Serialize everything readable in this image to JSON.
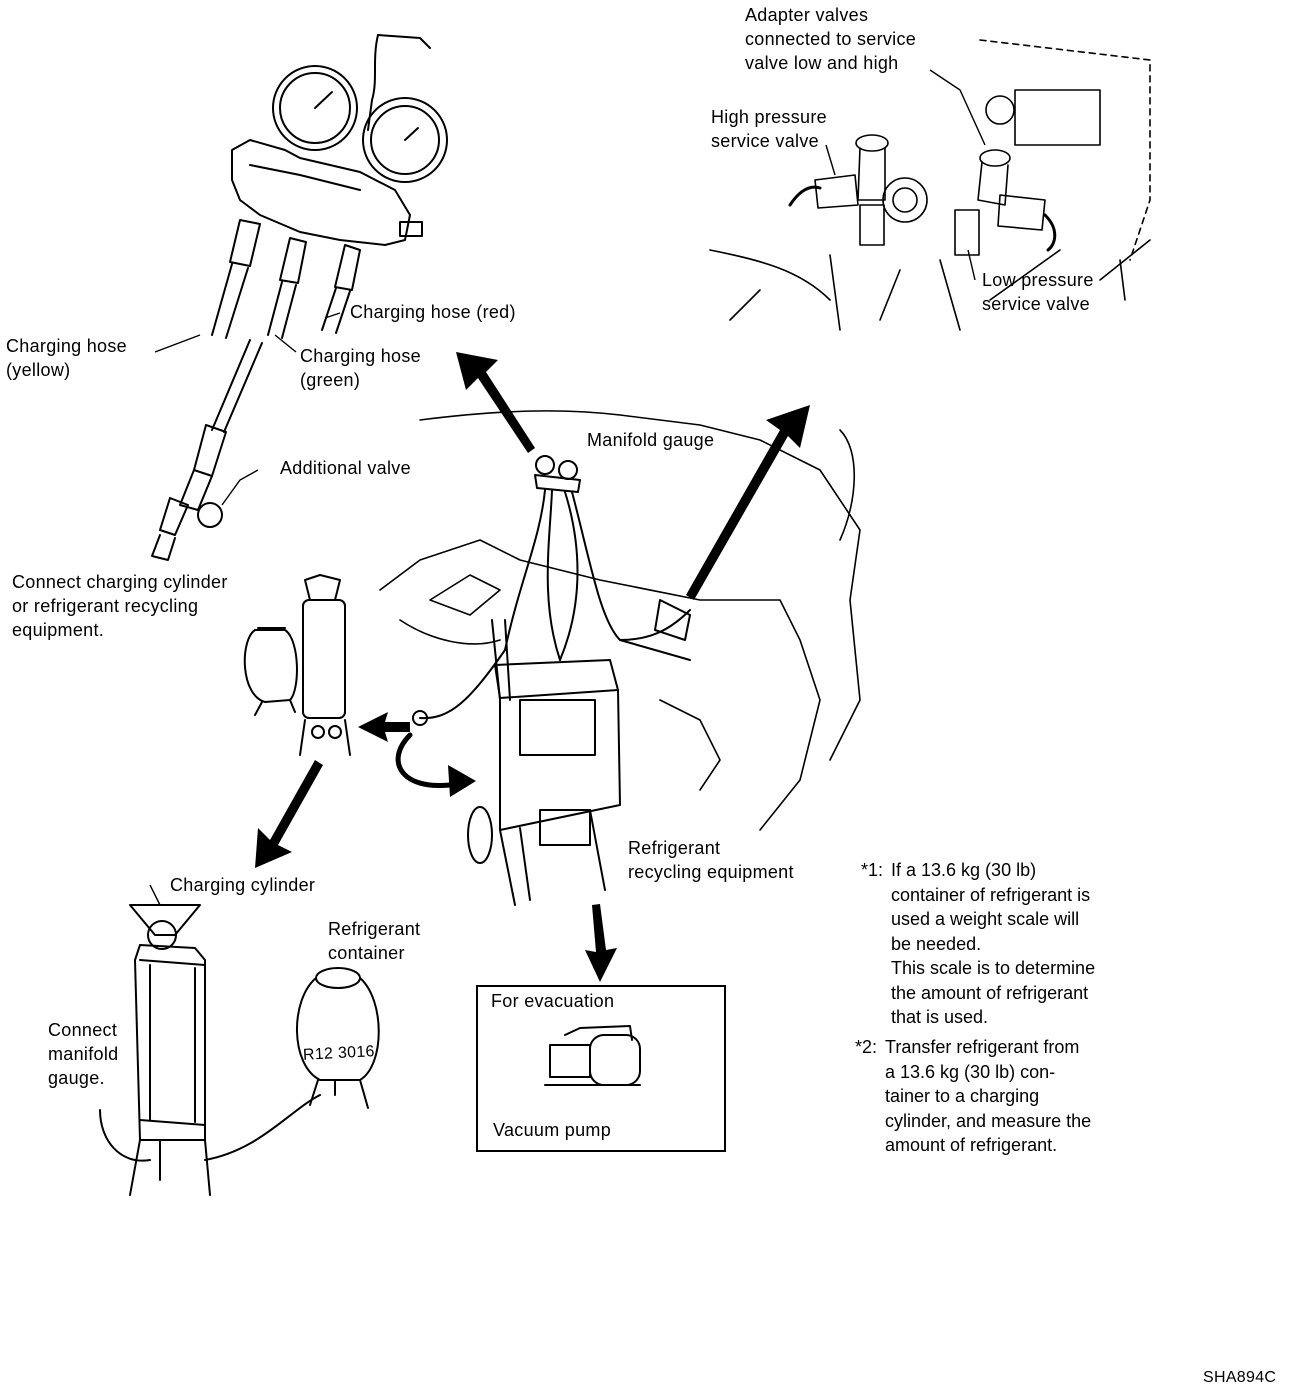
{
  "labels": {
    "adapter_valves": [
      "Adapter valves",
      "connected to service",
      "valve low and high"
    ],
    "high_pressure": [
      "High pressure",
      "service valve"
    ],
    "low_pressure": [
      "Low pressure",
      "service valve"
    ],
    "hose_red": "Charging hose (red)",
    "hose_yellow": [
      "Charging hose",
      "(yellow)"
    ],
    "hose_green": [
      "Charging hose",
      "(green)"
    ],
    "manifold_gauge": "Manifold gauge",
    "additional_valve": "Additional valve",
    "connect_cylinder": [
      "Connect charging cylinder",
      "or refrigerant recycling",
      "equipment."
    ],
    "recycling_equipment": [
      "Refrigerant",
      "recycling equipment"
    ],
    "charging_cylinder": "Charging cylinder",
    "refrigerant_container": [
      "Refrigerant",
      "container"
    ],
    "connect_manifold": [
      "Connect",
      "manifold",
      "gauge."
    ],
    "for_evacuation": "For evacuation",
    "vacuum_pump": "Vacuum pump",
    "container_marking": "R12 3016",
    "figure_code": "SHA894C"
  },
  "notes": [
    {
      "num": "*1:",
      "lines": [
        "If a 13.6 kg (30 lb)",
        "container of refrigerant is",
        "used a weight scale will",
        "be needed.",
        "This scale is to determine",
        "the amount of refrigerant",
        "that is used."
      ]
    },
    {
      "num": "*2:",
      "lines": [
        "Transfer refrigerant from",
        "a 13.6 kg (30 lb) con-",
        "tainer to a charging",
        "cylinder, and measure the",
        "amount of refrigerant."
      ]
    }
  ]
}
